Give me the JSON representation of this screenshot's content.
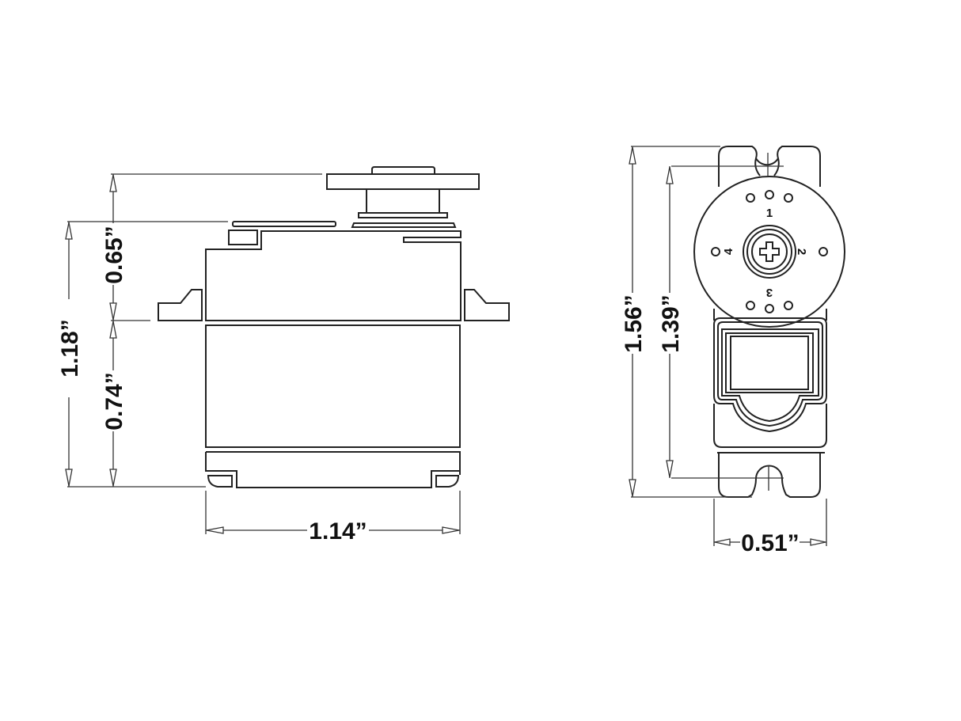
{
  "diagram": {
    "title": "",
    "side_view": {
      "dimensions": {
        "total_height": "1.18”",
        "upper_height": "0.65”",
        "lower_height": "0.74”",
        "width": "1.14”"
      }
    },
    "front_view": {
      "dimensions": {
        "overall_height": "1.56”",
        "mount_hole_spacing": "1.39”",
        "width": "0.51”"
      },
      "horn_hole_labels": [
        "1",
        "2",
        "3",
        "4"
      ]
    },
    "colors": {
      "line": "#222222",
      "background": "#ffffff"
    }
  }
}
